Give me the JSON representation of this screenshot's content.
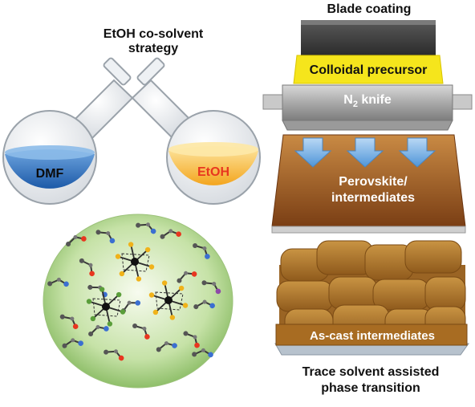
{
  "left": {
    "title_line1": "EtOH co-solvent",
    "title_line2": "strategy",
    "flask_left_label": "DMF",
    "flask_right_label": "EtOH"
  },
  "right": {
    "top_title": "Blade coating",
    "precursor_label": "Colloidal precursor",
    "knife_label_main": "N",
    "knife_label_sub": "2",
    "knife_label_rest": " knife",
    "film_line1": "Perovskite/",
    "film_line2": "intermediates",
    "cast_label": "As-cast intermediates",
    "bottom_line1": "Trace solvent assisted",
    "bottom_line2": "phase transition"
  },
  "colors": {
    "dmf_liquid": "#2f73c4",
    "etoh_liquid": "#f2b632",
    "etoh_text": "#e8361f",
    "precursor": "#f5e51c",
    "knife": "#a9a9a9",
    "film": "#8a4a1c",
    "arrow": "#7cb3e6",
    "cast_block": "#b07a2e",
    "sphere": "#b7d99a"
  }
}
